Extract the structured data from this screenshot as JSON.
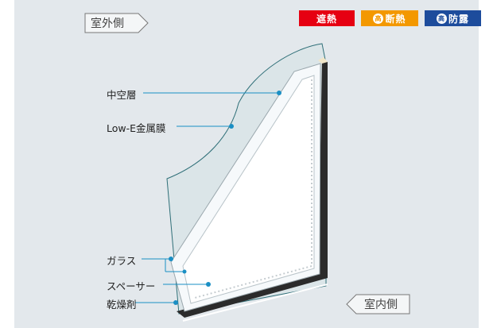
{
  "tags": {
    "outdoor": "室外側",
    "indoor": "室内側"
  },
  "badges": [
    {
      "label": "遮熱",
      "icon": null,
      "color": "#e60012"
    },
    {
      "label": "断熱",
      "icon": "高",
      "color": "#f39800"
    },
    {
      "label": "防露",
      "icon": "高",
      "color": "#1d4c9c"
    }
  ],
  "labels": {
    "hollow_layer": "中空層",
    "low_e_film": "Low-E金属膜",
    "glass": "ガラス",
    "spacer": "スペーサー",
    "desiccant": "乾燥剤"
  },
  "colors": {
    "background": "#e3e8ec",
    "leader_line": "#1a8fc4",
    "frame": "#2b2b2b"
  }
}
